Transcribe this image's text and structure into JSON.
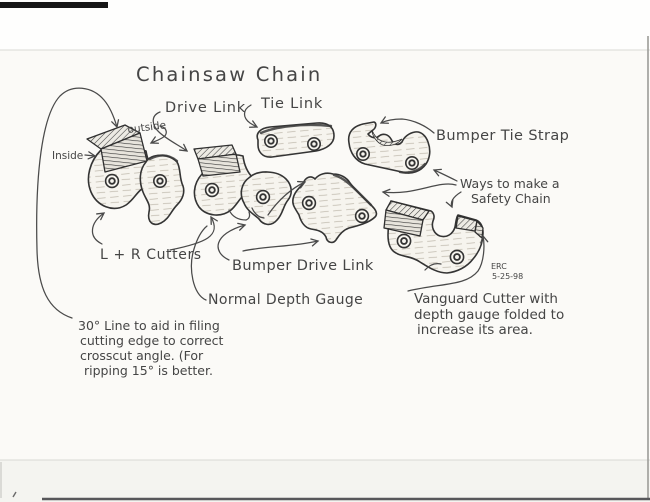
{
  "colors": {
    "paper": "#fbfaf7",
    "ink": "#454545",
    "outline_ink": "#343434",
    "scan_bar": "#161616"
  },
  "title": "Chainsaw Chain",
  "labels": {
    "drive_link": "Drive Link",
    "tie_link": "Tie Link",
    "bumper_tie_strap": "Bumper Tie Strap",
    "outside": "outside",
    "inside": "Inside",
    "lr_cutters": "L + R Cutters",
    "bumper_drive_link": "Bumper Drive Link",
    "normal_depth_gauge": "Normal Depth Gauge",
    "safety": [
      "Ways to make a",
      "Safety Chain"
    ],
    "vanguard": [
      "Vanguard Cutter with",
      "depth gauge folded to",
      "increase its area."
    ],
    "filing": [
      "30° Line to aid in filing",
      "cutting edge to correct",
      "crosscut angle. (For",
      "ripping 15° is better."
    ]
  },
  "signature": {
    "initials": "ERC",
    "date": "5-25-98"
  }
}
